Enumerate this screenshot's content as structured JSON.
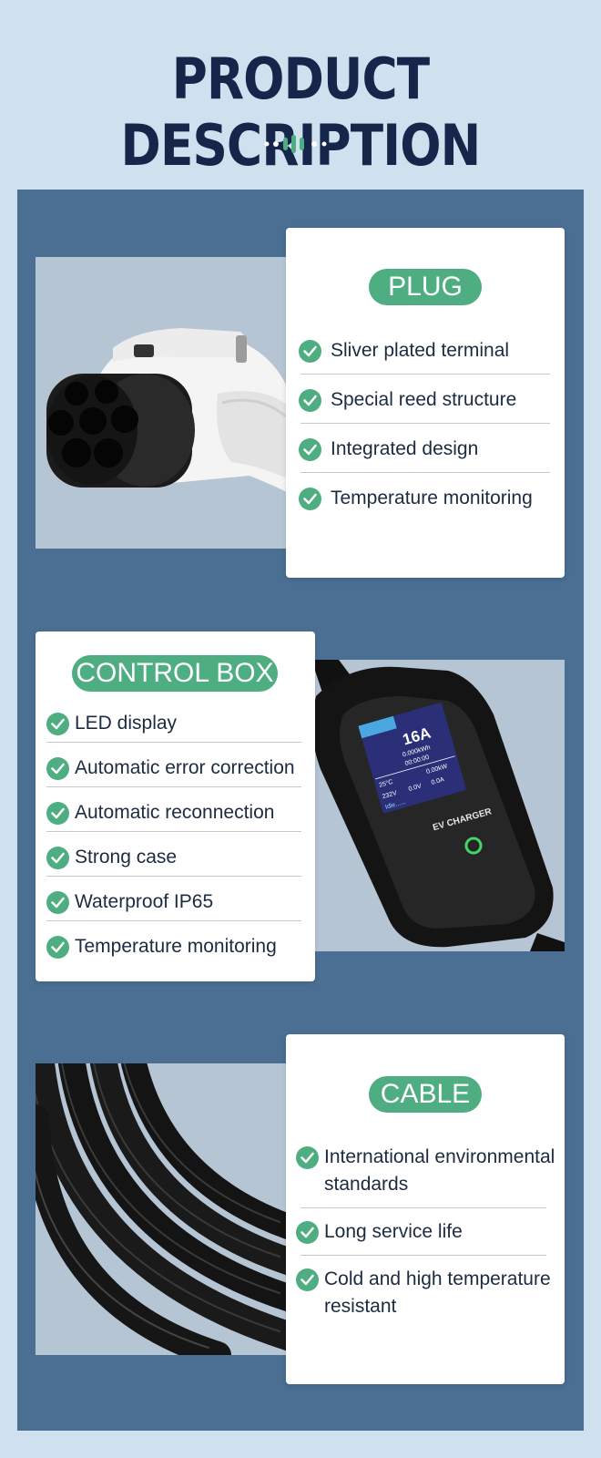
{
  "title": "PRODUCT DESCRIPTION",
  "colors": {
    "accent": "#4fad82",
    "panel": "#4a6f93",
    "background": "#cfe0ef",
    "title": "#16264a"
  },
  "sections": {
    "plug": {
      "heading": "PLUG",
      "image": "ev-charging-plug-image",
      "features": [
        "Sliver plated terminal",
        "Special reed structure",
        "Integrated design",
        "Temperature monitoring"
      ]
    },
    "control_box": {
      "heading": "CONTROL BOX",
      "image": "ev-charger-control-box-image",
      "display": {
        "current": "16A",
        "energy": "0.000kWh",
        "time": "00:00:00",
        "temperature": "25°C",
        "power": "0.00kW",
        "voltage": "232V",
        "voltage2": "0.0V",
        "amps": "0.0A",
        "status": "Idle......",
        "brand": "EV CHARGER"
      },
      "features": [
        "LED display",
        "Automatic error correction",
        "Automatic reconnection",
        "Strong case",
        "Waterproof IP65",
        "Temperature monitoring"
      ]
    },
    "cable": {
      "heading": "CABLE",
      "image": "coiled-cable-image",
      "features": [
        [
          "International environmental",
          "standards"
        ],
        [
          "Long service life"
        ],
        [
          "Cold and high temperature",
          "resistant"
        ]
      ]
    }
  }
}
